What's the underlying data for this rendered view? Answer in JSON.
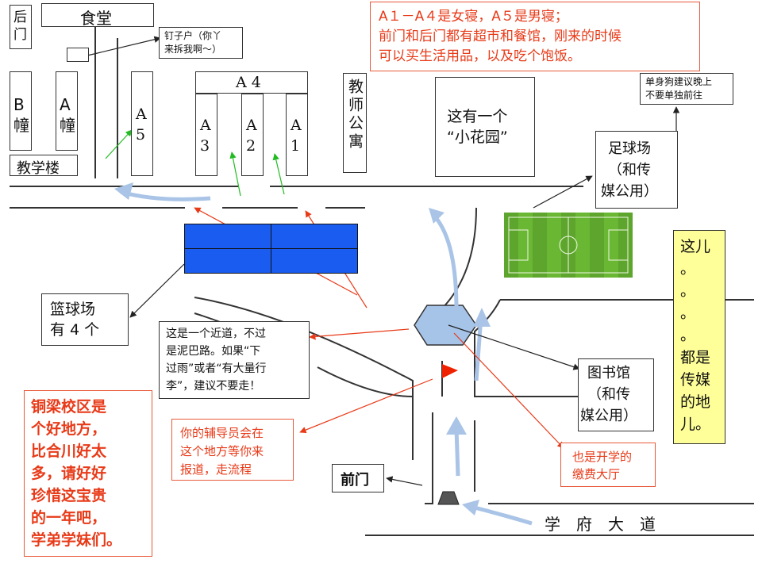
{
  "colors": {
    "road": "#333333",
    "note_red": "#e83a18",
    "court_blue": "#1b5cf0",
    "field_green": "#6ab733",
    "note_yellow": "#ffff99",
    "flow_arrow": "#a9c4e6",
    "green_arrow": "#22bb22"
  },
  "buildings": {
    "back_gate": "后\n门",
    "canteen": "食堂",
    "b_dorm": "B\n幢",
    "a_dorm": "A\n幢",
    "teaching_building": "教学楼",
    "a5": "A\n5",
    "a4": "A 4",
    "a3": "A\n3",
    "a2": "A\n2",
    "a1": "A\n1",
    "teacher_apartment": "教师公寓",
    "garden": "这有一个\n“小花园”",
    "football_field": "足球场\n（和传\n媒公用）",
    "basketball": "篮球场\n有 4 个",
    "library": "图书馆\n（和传\n媒公用）",
    "front_gate": "前门",
    "road_name": "学　府　大　道"
  },
  "notes": {
    "nail_house": "钉子户（你丫\n来拆我啊～）",
    "dorm_info": "A１－A４是女寝，A５是男寝；\n前门和后门都有超市和餐馆，刚来的时候\n可以买生活用品，以及吃个饱饭。",
    "single_dog": "单身狗建议晚上\n不要单独前往",
    "media_area": "这儿\n。\n。\n。\n。\n都是\n传媒\n的地\n儿。",
    "shortcut": "这是一个近道，不过\n是泥巴路。如果“下\n过雨”或者“有大量行\n李”，建议不要走！",
    "counselor": "你的辅导员会在\n这个地方等你来\n报道，走流程",
    "payment_hall": "也是开学的\n缴费大厅",
    "tongliang": "铜梁校区是\n个好地方，\n比合川好太\n多，请好好\n珍惜这宝贵\n的一年吧，\n学弟学妹们。"
  }
}
